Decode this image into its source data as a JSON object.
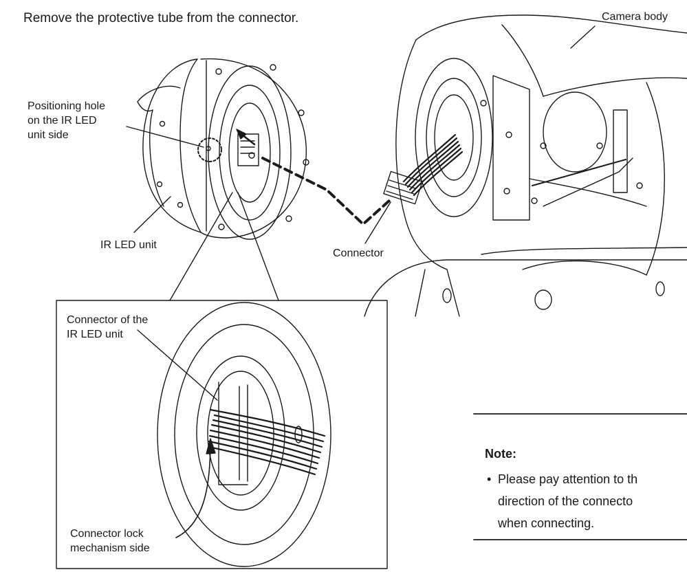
{
  "instruction": "Remove the protective tube from the connector.",
  "labels": {
    "camera_body": "Camera body",
    "positioning_hole": [
      "Positioning hole",
      "on the IR LED",
      "unit side"
    ],
    "ir_led_unit": "IR LED unit",
    "connector": "Connector",
    "connector_ir": [
      "Connector of the",
      "IR LED unit"
    ],
    "lock_side": [
      "Connector lock",
      "mechanism side"
    ]
  },
  "note": {
    "title": "Note:",
    "bullet": "•",
    "lines": [
      "Please pay attention to th",
      "direction of the connecto",
      "when connecting."
    ]
  }
}
